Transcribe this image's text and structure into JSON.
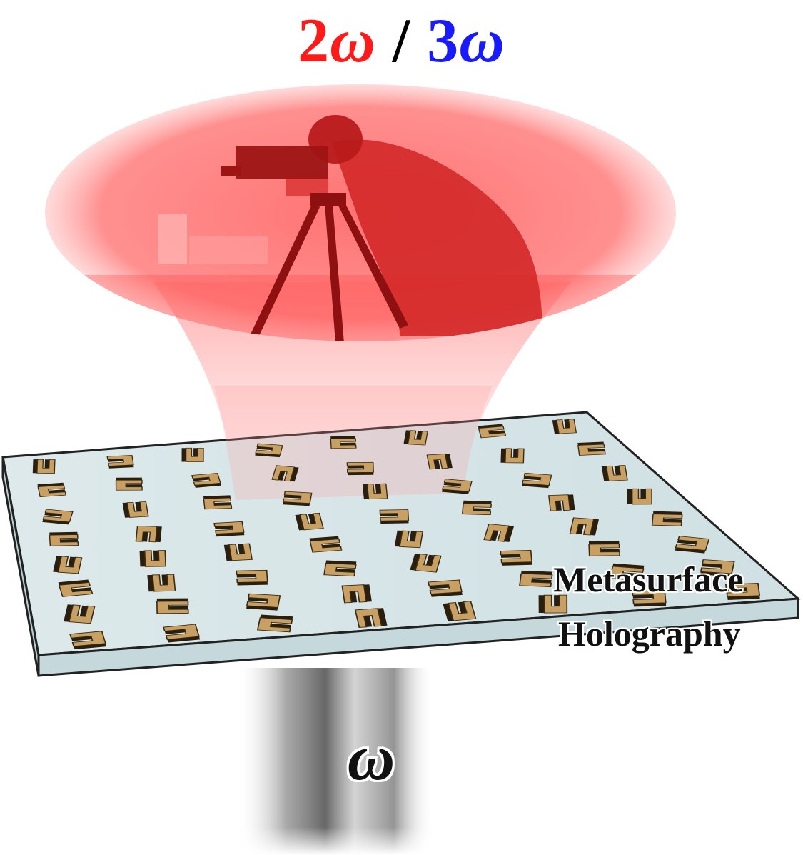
{
  "title": {
    "harmonic_2": "2",
    "harmonic_3": "3",
    "omega": "ω",
    "separator": "/",
    "color_2": "#ff1a1a",
    "color_3": "#1a1aff"
  },
  "device_label": {
    "line1": "Metasurface",
    "line2": "Holography"
  },
  "input_beam_label": "ω",
  "colors": {
    "hologram": "#ff5a5a",
    "substrate_top": "#dbe8ea",
    "substrate_side": "#c7dadd",
    "meta_atom": "#c8a063",
    "beam": "#7a7a7a"
  }
}
